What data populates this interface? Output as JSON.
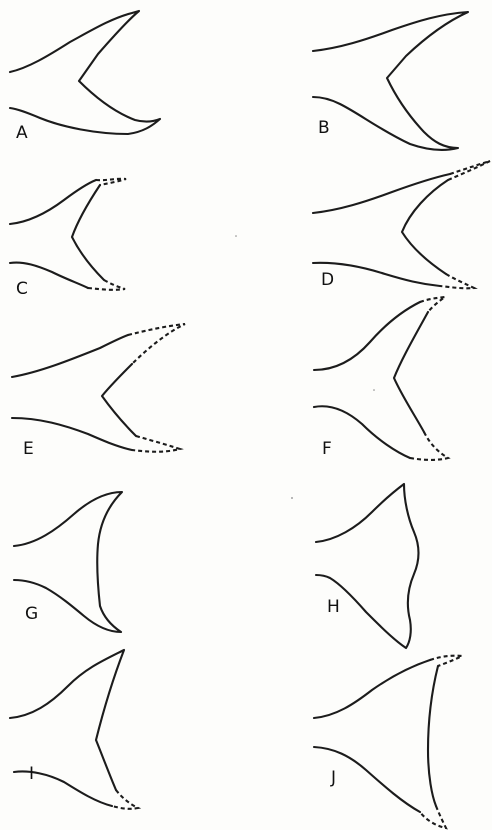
{
  "figure": {
    "panels": [
      {
        "id": "A",
        "label": "A",
        "distal_margin": "solid"
      },
      {
        "id": "B",
        "label": "B",
        "distal_margin": "solid"
      },
      {
        "id": "C",
        "label": "C",
        "distal_margin": "dashed-tips"
      },
      {
        "id": "D",
        "label": "D",
        "distal_margin": "dashed-tips"
      },
      {
        "id": "E",
        "label": "E",
        "distal_margin": "dashed-tips"
      },
      {
        "id": "F",
        "label": "F",
        "distal_margin": "dashed-tips"
      },
      {
        "id": "G",
        "label": "G",
        "distal_margin": "solid"
      },
      {
        "id": "H",
        "label": "H",
        "distal_margin": "solid"
      },
      {
        "id": "I",
        "label": "I",
        "distal_margin": "dashed-tips"
      },
      {
        "id": "J",
        "label": "J",
        "distal_margin": "dashed-tips"
      }
    ],
    "colors": {
      "line": "#1c1c1c",
      "paper": "#fdfdfb"
    }
  }
}
